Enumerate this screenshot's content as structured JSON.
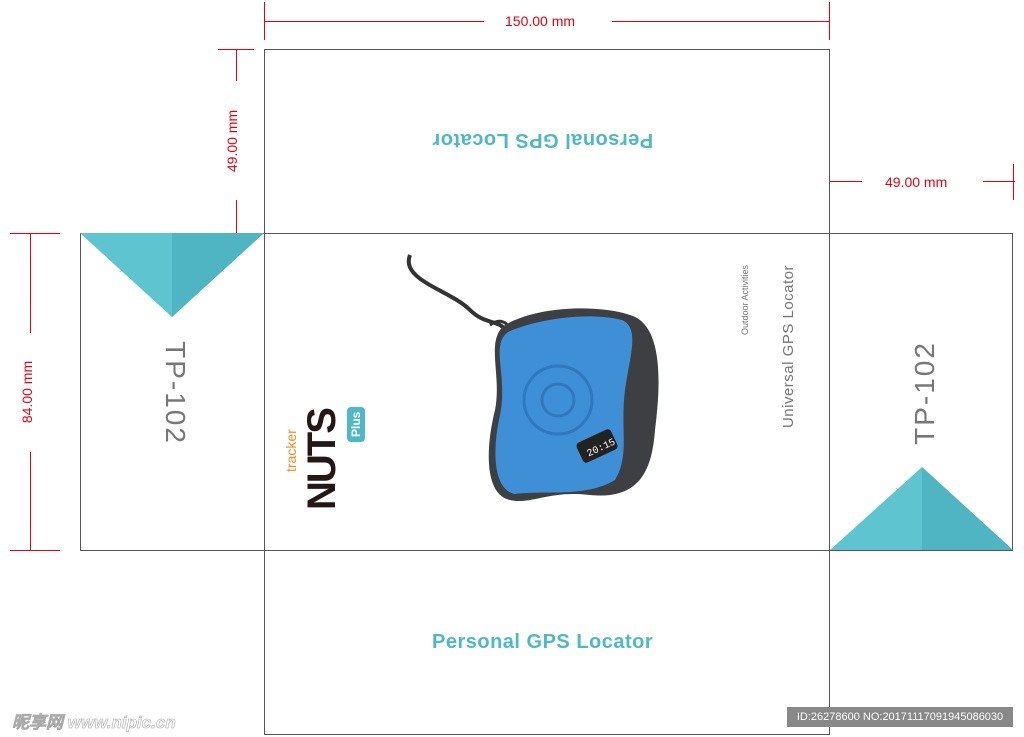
{
  "dimensions": {
    "width": "150.00 mm",
    "top_flap": "49.00 mm",
    "side_flap": "49.00 mm",
    "height": "84.00 mm"
  },
  "panels": {
    "top_title": "Personal GPS Locator",
    "bottom_title": "Personal GPS Locator",
    "left_model": "TP-102",
    "right_model": "TP-102",
    "tagline_small": "Outdoor Activities",
    "tagline_main": "Universal GPS Locator"
  },
  "logo": {
    "tracker": "tracker",
    "brand": "NUTS",
    "badge": "Plus"
  },
  "device": {
    "display": "20:15"
  },
  "watermark": {
    "site": "昵享网 www.nipic.cn",
    "id": "ID:26278600 NO:20171117091945086030"
  },
  "colors": {
    "teal": "#4fb8c6",
    "dim_red": "#e60012",
    "device_blue": "#3f8fd6",
    "logo_orange": "#f08a24"
  }
}
